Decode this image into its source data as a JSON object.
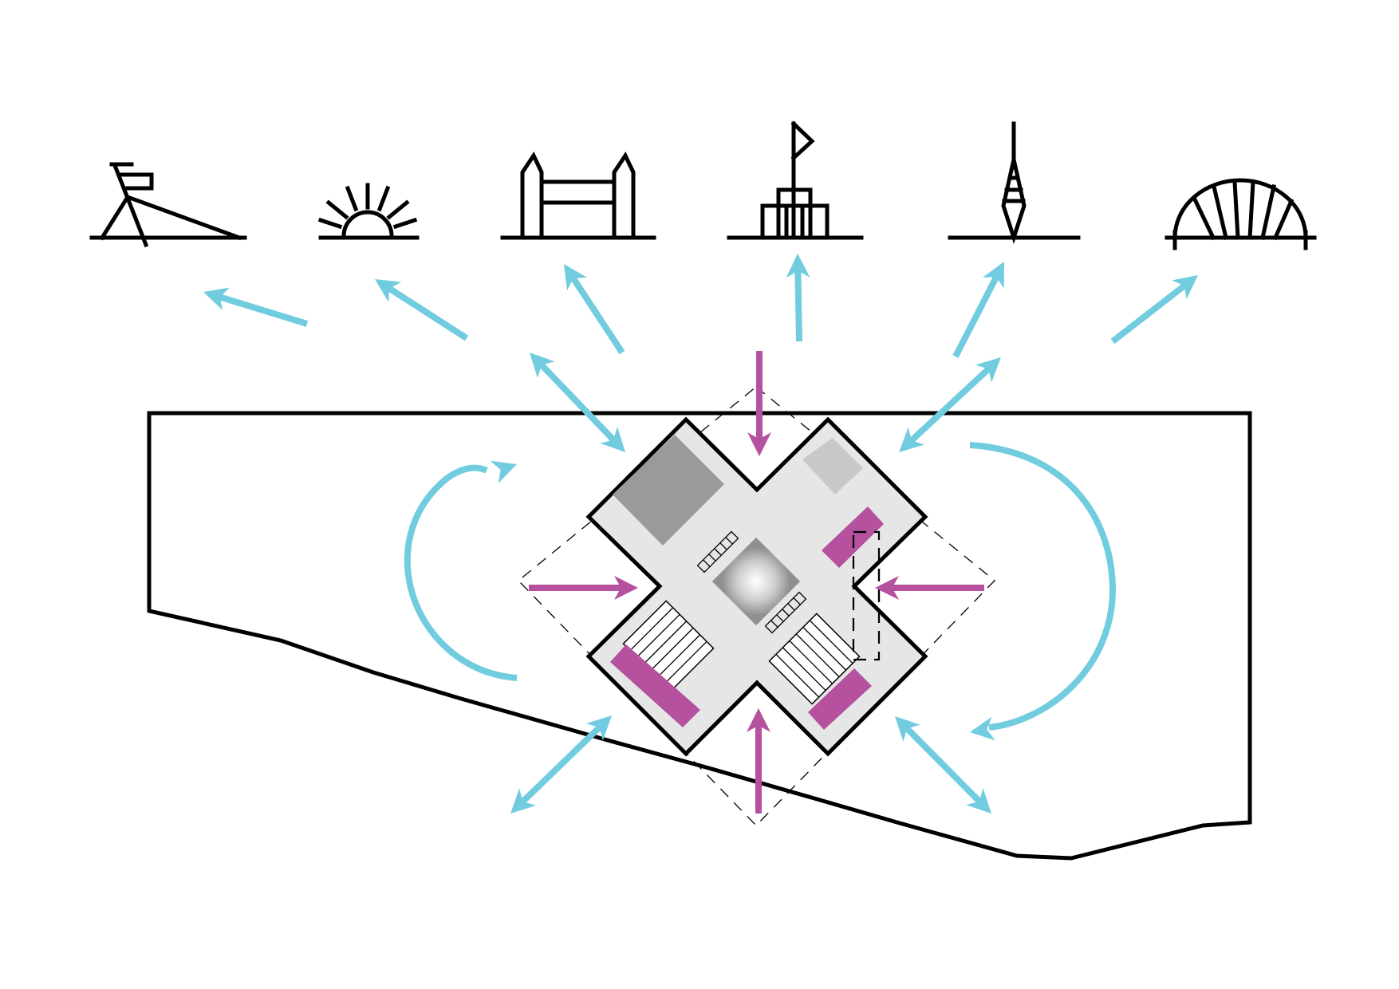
{
  "landmarks": [
    "beach-flag-icon",
    "sunrise-icon",
    "twin-tower-gate-icon",
    "flag-monument-icon",
    "spire-tower-icon",
    "arch-bridge-icon"
  ],
  "colors": {
    "view_arrow": "#72CCE0",
    "access_arrow": "#B5519E",
    "outline": "#000000",
    "building_fill": "#E6E6E6",
    "block_dark": "#9A9A9A",
    "block_light": "#C8C8C8",
    "program_bar": "#B5519E"
  },
  "arrow_groups": {
    "view_arrows": 6,
    "bidirectional_connections": 4,
    "circulation_loops": 2,
    "entry_arrows": 4
  }
}
